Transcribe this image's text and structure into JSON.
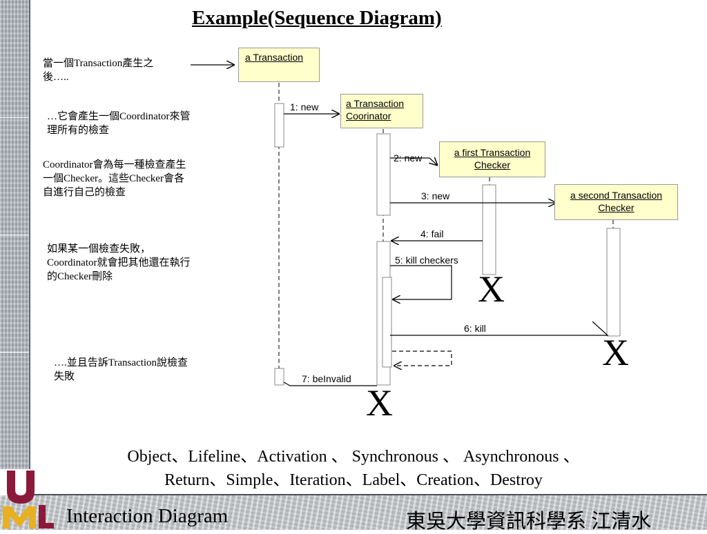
{
  "slide": {
    "title": "Example(Sequence Diagram)",
    "notes": [
      "當一個Transaction產生之後…..",
      "…它會產生一個Coordinator來管理所有的檢查",
      "Coordinator會為每一種檢查產生一個Checker。這些Checker會各自進行自己的檢查",
      "如果某一個檢查失敗，Coordinator就會把其他還在執行的Checker刪除",
      "….並且告訴Transaction說檢查失敗"
    ],
    "legend_line1": "Object、Lifeline、Activation 、 Synchronous 、 Asynchronous 、",
    "legend_line2": "Return、Simple、Iteration、Label、Creation、Destroy"
  },
  "objects": [
    {
      "label": "a Transaction"
    },
    {
      "label": "a Transaction Coorinator"
    },
    {
      "label": "a first Transaction Checker"
    },
    {
      "label": "a second Transaction Checker"
    }
  ],
  "messages": [
    "1: new",
    "2: new",
    "3: new",
    "4: fail",
    "5: kill checkers",
    "6: kill",
    "7: beInvalid"
  ],
  "destroy_marks": [
    "X",
    "X",
    "X"
  ],
  "footer": {
    "left": "Interaction Diagram",
    "right": "東吳大學資訊科學系 江清水"
  },
  "logo": {
    "text": "UML",
    "colors": [
      "#8b1a3a",
      "#e8b020"
    ]
  }
}
